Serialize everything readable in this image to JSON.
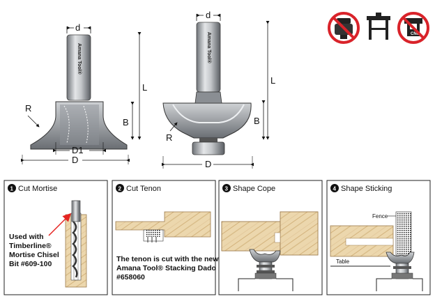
{
  "dimensions": {
    "d_label": "d",
    "L_label": "L",
    "B_label": "B",
    "R_label": "R",
    "D1_label": "D1",
    "D_label": "D"
  },
  "shank_brand": "Amana Tool®",
  "warning_icons": [
    "no-handheld-router-icon",
    "router-table-icon",
    "no-cnc-icon"
  ],
  "cnc_label": "CNC",
  "steps": [
    {
      "number": "1",
      "title": "Cut Mortise",
      "text": [
        "Used with",
        "Timberline®",
        "Mortise Chisel",
        "Bit #609-100"
      ]
    },
    {
      "number": "2",
      "title": "Cut Tenon",
      "text": [
        "The tenon is cut with the new",
        "Amana Tool® Stacking Dado",
        "#658060"
      ]
    },
    {
      "number": "3",
      "title": "Shape Cope",
      "text": []
    },
    {
      "number": "4",
      "title": "Shape Sticking",
      "text": [],
      "fence_label": "Fence",
      "table_label": "Table"
    }
  ],
  "colors": {
    "no_sign": "#d9232a",
    "wood": "#e9d2a6",
    "wood_dark": "#c9a978",
    "steel": "#b9bcc0",
    "steel_dark": "#5d6166"
  }
}
